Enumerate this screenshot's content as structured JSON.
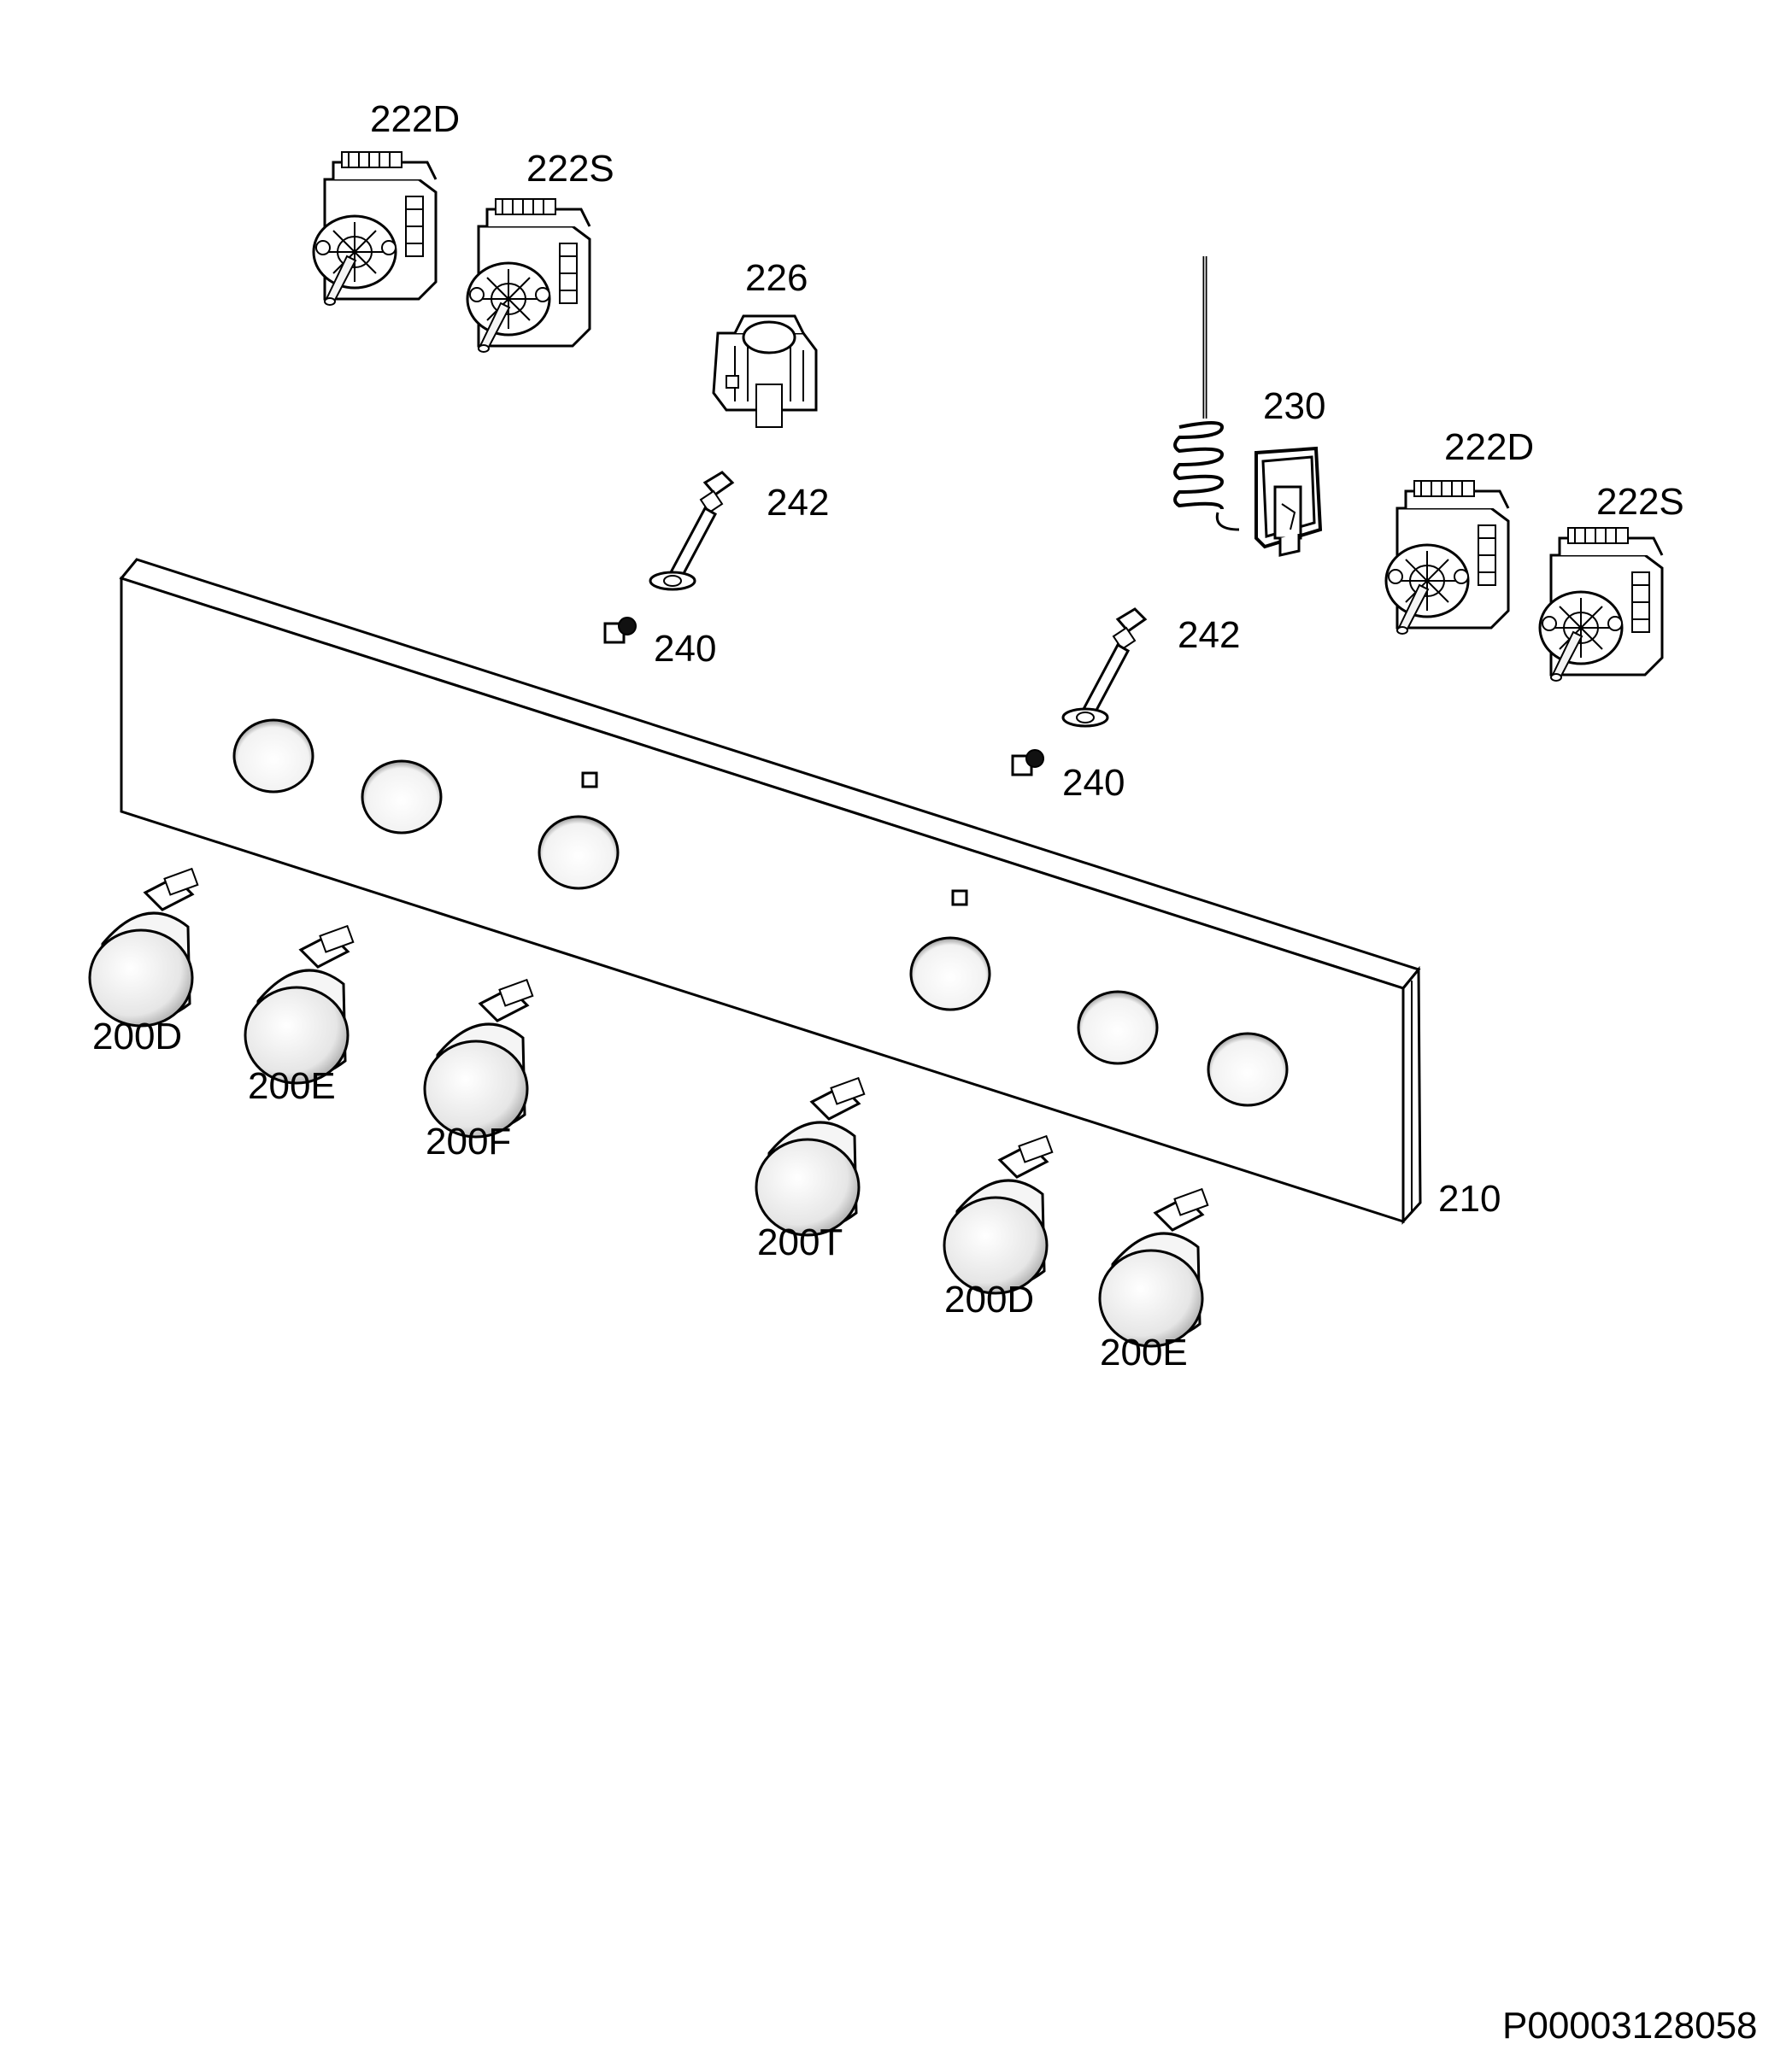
{
  "diagram": {
    "document_id": "P00003128058",
    "part_labels": {
      "energy_reg_d_top": "222D",
      "energy_reg_s_top": "222S",
      "selector_switch": "226",
      "thermostat": "230",
      "energy_reg_d_right": "222D",
      "energy_reg_s_right": "222S",
      "lamp_holder_a": "242",
      "lamp_a": "240",
      "lamp_holder_b": "242",
      "lamp_b": "240",
      "control_panel": "210",
      "knob_1": "200D",
      "knob_2": "200E",
      "knob_3": "200F",
      "knob_4": "200T",
      "knob_5": "200D",
      "knob_6": "200E"
    }
  }
}
